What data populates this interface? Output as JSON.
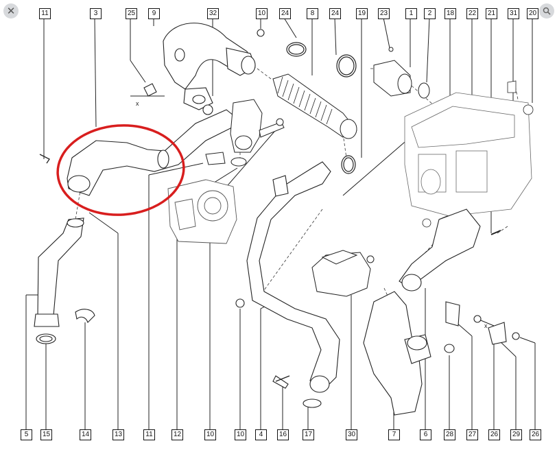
{
  "viewer": {
    "close_icon": "close-icon",
    "view_icon": "magnify-icon"
  },
  "diagram": {
    "highlight": {
      "part": "3",
      "shape": "ellipse",
      "color": "#d81e1e"
    },
    "markers": [
      {
        "text": "x"
      },
      {
        "text": "x"
      }
    ]
  },
  "labels_top": [
    {
      "id": "11",
      "text": "11"
    },
    {
      "id": "3",
      "text": "3"
    },
    {
      "id": "25",
      "text": "25"
    },
    {
      "id": "9",
      "text": "9"
    },
    {
      "id": "32",
      "text": "32"
    },
    {
      "id": "10",
      "text": "10"
    },
    {
      "id": "24a",
      "text": "24"
    },
    {
      "id": "8",
      "text": "8"
    },
    {
      "id": "24b",
      "text": "24"
    },
    {
      "id": "19",
      "text": "19"
    },
    {
      "id": "23",
      "text": "23"
    },
    {
      "id": "1",
      "text": "1"
    },
    {
      "id": "2",
      "text": "2"
    },
    {
      "id": "18",
      "text": "18"
    },
    {
      "id": "22",
      "text": "22"
    },
    {
      "id": "21",
      "text": "21"
    },
    {
      "id": "31",
      "text": "31"
    },
    {
      "id": "20",
      "text": "20"
    }
  ],
  "labels_bottom": [
    {
      "id": "5",
      "text": "5"
    },
    {
      "id": "15",
      "text": "15"
    },
    {
      "id": "14",
      "text": "14"
    },
    {
      "id": "13",
      "text": "13"
    },
    {
      "id": "11",
      "text": "11"
    },
    {
      "id": "12",
      "text": "12"
    },
    {
      "id": "10a",
      "text": "10"
    },
    {
      "id": "10b",
      "text": "10"
    },
    {
      "id": "4",
      "text": "4"
    },
    {
      "id": "16",
      "text": "16"
    },
    {
      "id": "17",
      "text": "17"
    },
    {
      "id": "30",
      "text": "30"
    },
    {
      "id": "7",
      "text": "7"
    },
    {
      "id": "6",
      "text": "6"
    },
    {
      "id": "28",
      "text": "28"
    },
    {
      "id": "27",
      "text": "27"
    },
    {
      "id": "26a",
      "text": "26"
    },
    {
      "id": "29",
      "text": "29"
    },
    {
      "id": "26b",
      "text": "26"
    }
  ]
}
